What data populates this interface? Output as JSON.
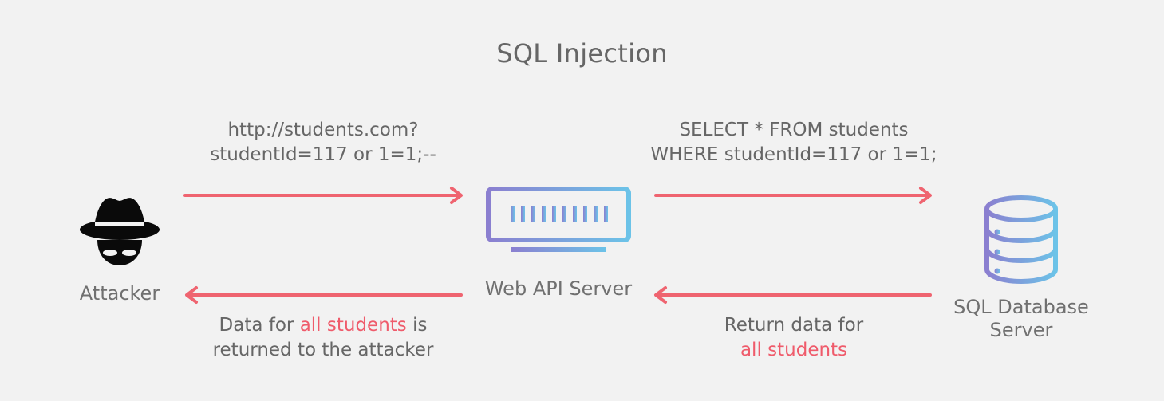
{
  "title": "SQL Injection",
  "nodes": {
    "attacker": {
      "label": "Attacker",
      "icon": "spy-icon"
    },
    "web_server": {
      "label": "Web API Server",
      "icon": "server-icon"
    },
    "database": {
      "label_line1": "SQL Database",
      "label_line2": "Server",
      "icon": "database-icon"
    }
  },
  "messages": {
    "request_url": {
      "line1": "http://students.com?",
      "line2": "studentId=117 or 1=1;--"
    },
    "sql_query": {
      "line1": "SELECT * FROM students",
      "line2": "WHERE studentId=117 or 1=1;"
    },
    "return_to_attacker": {
      "line1_prefix": "Data for ",
      "line1_highlight": "all students",
      "line1_suffix": " is",
      "line2": "returned to the attacker"
    },
    "return_to_server": {
      "line1": "Return data for",
      "line2_highlight": "all students"
    }
  },
  "colors": {
    "background": "#f2f2f2",
    "arrow": "#ef6470",
    "highlight": "#ef5b6b",
    "gradient_start": "#8b7fd0",
    "gradient_end": "#6cc3e8",
    "icon_dark": "#0a0a0a"
  }
}
